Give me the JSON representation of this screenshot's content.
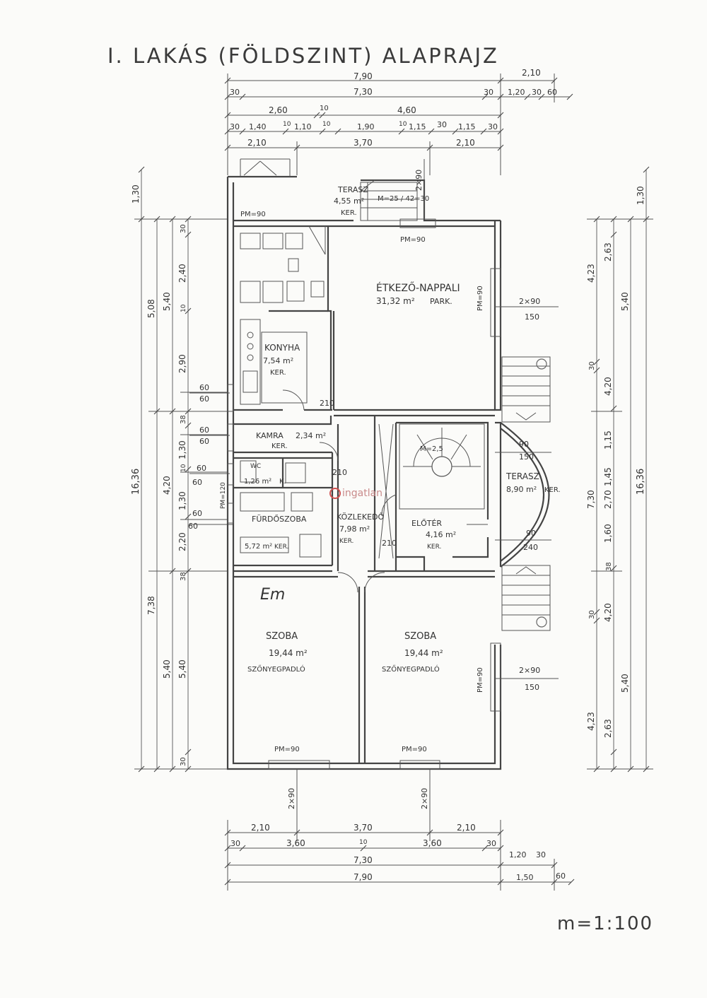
{
  "title": "I. LAKÁS (FÖLDSZINT) ALAPRAJZ",
  "scale_label": "m=1:100",
  "watermark": "ingatlan",
  "rooms": [
    {
      "name": "TERASZ",
      "area": "4,55 m²",
      "floor": "KER."
    },
    {
      "name": "ÉTKEZŐ-NAPPALI",
      "area": "31,32 m²",
      "floor": "PARK."
    },
    {
      "name": "KONYHA",
      "area": "7,54 m²",
      "floor": "KER."
    },
    {
      "name": "KAMRA",
      "area": "2,34 m²",
      "floor": "KER."
    },
    {
      "name": "WC",
      "area": "1,26 m²",
      "floor": "K."
    },
    {
      "name": "FÜRDŐSZOBA",
      "area": "5,72 m²",
      "floor": "KER."
    },
    {
      "name": "KÖZLEKEDŐ",
      "area": "7,98 m²",
      "floor": "KER."
    },
    {
      "name": "ELŐTÉR",
      "area": "4,16 m²",
      "floor": "KER."
    },
    {
      "name": "TERASZ",
      "area": "8,90 m²",
      "floor": "KER."
    },
    {
      "name": "SZOBA",
      "area": "19,44 m²",
      "floor": "SZŐNYEGPADLÓ"
    },
    {
      "name": "SZOBA",
      "area": "19,44 m²",
      "floor": "SZŐNYEGPADLÓ"
    }
  ],
  "annotations": {
    "stair_top": "M=25 / 42=30",
    "stair_main": "M=2,5",
    "pm_90": "PM=90",
    "pm_120": "PM=120",
    "window_2x90": "2×90",
    "window_150": "150",
    "em": "Em",
    "dim_90": "90",
    "dim_210": "210",
    "dim_240": "240"
  },
  "dims_top": {
    "row1": [
      "7,90",
      "2,10"
    ],
    "row2": [
      "30",
      "7,30",
      "30",
      "1,20",
      "30",
      "60"
    ],
    "row3": [
      "2,60",
      "10",
      "4,60"
    ],
    "row4": [
      "30",
      "1,40",
      "10",
      "1,10",
      "10",
      "1,90",
      "10",
      "1,15",
      "30",
      "1,15",
      "30"
    ],
    "row5": [
      "2,10",
      "3,70",
      "2,10"
    ]
  },
  "dims_bottom": {
    "row1": [
      "2,10",
      "3,70",
      "2,10"
    ],
    "row2": [
      "30",
      "3,60",
      "10",
      "3,60",
      "30"
    ],
    "row3": [
      "7,30",
      "1,20",
      "30"
    ],
    "row4": [
      "7,90",
      "1,50",
      "60"
    ]
  },
  "dims_left": {
    "outer": "16,36",
    "col2": [
      "1,30",
      "5,08",
      "7,38"
    ],
    "col3": [
      "5,40",
      "4,20",
      "5,40"
    ],
    "col4": [
      "30",
      "2,40",
      "10",
      "2,90",
      "38",
      "1,30",
      "10",
      "1,30",
      "2,20",
      "38",
      "5,40",
      "30"
    ],
    "side": [
      "60",
      "60",
      "60",
      "60",
      "60",
      "60",
      "60",
      "60"
    ]
  },
  "dims_right": {
    "outer": "16,36",
    "col1": [
      "1,30",
      "4,23",
      "30",
      "4,20",
      "7,30",
      "4,20",
      "30",
      "4,23"
    ],
    "col2": [
      "2,63",
      "5,40",
      "1,15",
      "1,45",
      "1,60",
      "38",
      "5,40",
      "2,63"
    ],
    "col3": [
      "5,40",
      "2,70"
    ]
  }
}
